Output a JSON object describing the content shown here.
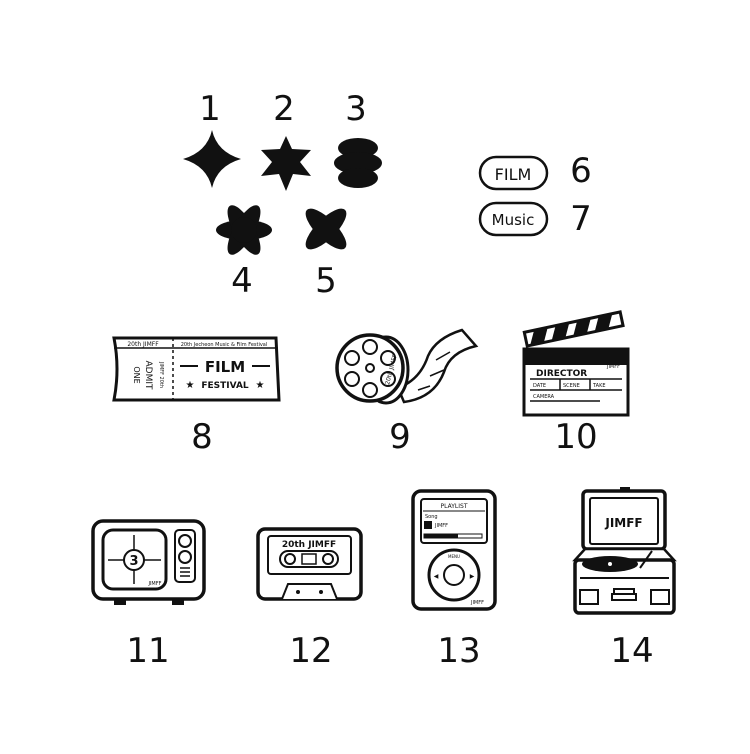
{
  "labels": {
    "n1": "1",
    "n2": "2",
    "n3": "3",
    "n4": "4",
    "n5": "5",
    "n6": "6",
    "n7": "7",
    "n8": "8",
    "n9": "9",
    "n10": "10",
    "n11": "11",
    "n12": "12",
    "n13": "13",
    "n14": "14"
  },
  "badges": {
    "film": "FILM",
    "music": "Music"
  },
  "ticket": {
    "top_left": "20th JIMFF",
    "top_right": "20th Jecheon Music & Film Festival",
    "admit": "ADMIT",
    "one": "ONE",
    "stub_code": "JIMFF 20th",
    "film": "FILM",
    "festival": "FESTIVAL"
  },
  "reel": {
    "text": "20th JIMFF"
  },
  "clapper": {
    "director": "DIRECTOR",
    "brand": "JIMFF",
    "date": "DATE",
    "scene": "SCENE",
    "take": "TAKE",
    "camera": "CAMERA"
  },
  "tv": {
    "countdown": "3",
    "brand": "JIMFF"
  },
  "cassette": {
    "label": "20th JIMFF"
  },
  "ipod": {
    "playlist": "PLAYLIST",
    "song": "Song",
    "item": "JIMFF",
    "menu": "MENU",
    "brand": "JIMFF"
  },
  "turntable": {
    "label": "JIMFF"
  },
  "colors": {
    "ink": "#111111",
    "paper": "#ffffff"
  }
}
